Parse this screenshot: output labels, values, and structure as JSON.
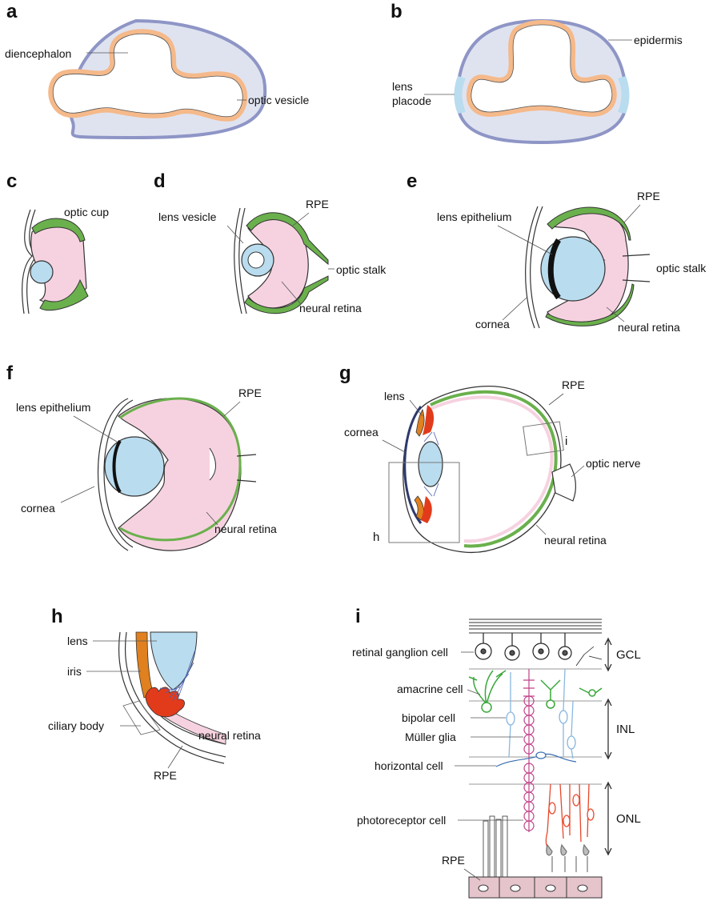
{
  "panels": {
    "a": {
      "letter": "a",
      "labels": {
        "diencephalon": "diencephalon",
        "optic_vesicle": "optic vesicle"
      }
    },
    "b": {
      "letter": "b",
      "labels": {
        "epidermis": "epidermis",
        "lens_line1": "lens",
        "lens_line2": "placode"
      }
    },
    "c": {
      "letter": "c",
      "labels": {
        "optic_cup": "optic cup"
      }
    },
    "d": {
      "letter": "d",
      "labels": {
        "lens_vesicle": "lens vesicle",
        "rpe": "RPE",
        "optic_stalk": "optic stalk",
        "neural_retina": "neural retina"
      }
    },
    "e": {
      "letter": "e",
      "labels": {
        "lens_epithelium": "lens epithelium",
        "rpe": "RPE",
        "optic_stalk": "optic stalk",
        "cornea": "cornea",
        "neural_retina": "neural retina"
      }
    },
    "f": {
      "letter": "f",
      "labels": {
        "lens_epithelium": "lens epithelium",
        "rpe": "RPE",
        "cornea": "cornea",
        "neural_retina": "neural retina"
      }
    },
    "g": {
      "letter": "g",
      "labels": {
        "lens": "lens",
        "rpe": "RPE",
        "cornea": "cornea",
        "optic_nerve": "optic nerve",
        "neural_retina": "neural retina",
        "box_h": "h",
        "box_i": "i"
      }
    },
    "h": {
      "letter": "h",
      "labels": {
        "lens": "lens",
        "iris": "iris",
        "ciliary_body": "ciliary body",
        "neural_retina": "neural retina",
        "rpe": "RPE"
      }
    },
    "i": {
      "letter": "i",
      "labels": {
        "rgc": "retinal ganglion cell",
        "amacrine": "amacrine cell",
        "bipolar": "bipolar cell",
        "muller": "Müller glia",
        "horizontal": "horizontal cell",
        "photoreceptor": "photoreceptor cell",
        "rpe": "RPE",
        "gcl": "GCL",
        "inl": "INL",
        "onl": "ONL"
      }
    }
  },
  "colors": {
    "neural_tube": "#f5b98a",
    "head_fill": "#dfe3f0",
    "epidermis": "#8e95c6",
    "lens_blue": "#b9dcef",
    "retina_pink": "#f6d2e0",
    "rpe_green": "#6ab04c",
    "iris_orange": "#e0801e",
    "ciliary_red": "#e23b1c",
    "amacrine_green": "#3aa83a",
    "bipolar_blue": "#8ab8e0",
    "muller_magenta": "#c2408a",
    "photoreceptor_red": "#e8462a"
  }
}
